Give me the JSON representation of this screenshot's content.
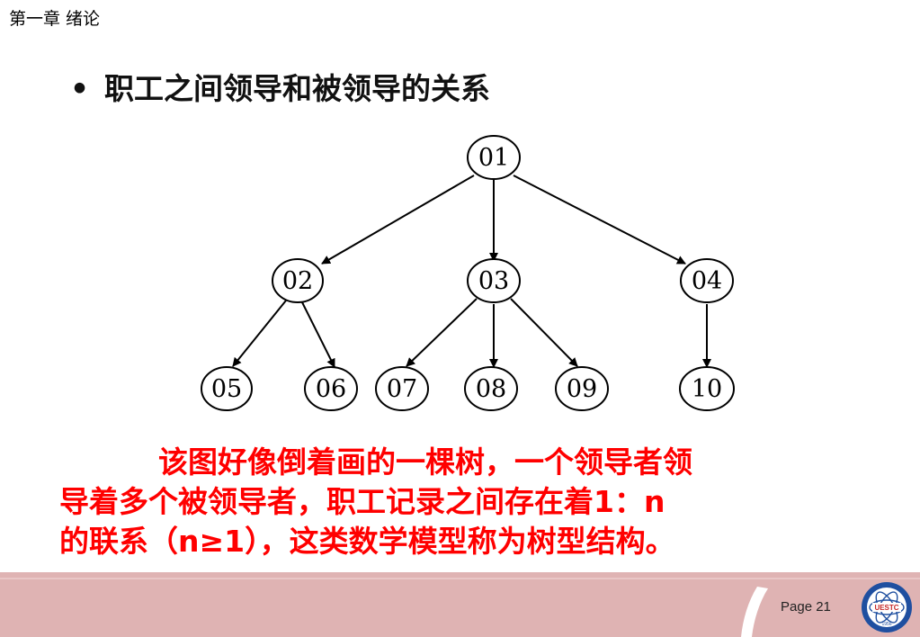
{
  "header": {
    "chapter": "第一章  绪论"
  },
  "bullet": {
    "symbol": "•",
    "text": "职工之间领导和被领导的关系"
  },
  "tree": {
    "nodes": {
      "n01": "01",
      "n02": "02",
      "n03": "03",
      "n04": "04",
      "n05": "05",
      "n06": "06",
      "n07": "07",
      "n08": "08",
      "n09": "09",
      "n10": "10"
    }
  },
  "paragraph": {
    "lines": [
      "该图好像倒着画的一棵树，一个领导者领",
      "导着多个被领导者，职工记录之间存在着1：n",
      "的联系（n≥1），这类数学模型称为树型结构。"
    ]
  },
  "footer": {
    "page": "Page 21",
    "logo_text": "UESTC",
    "logo_year": "1956"
  },
  "colors": {
    "accent_text": "#ff0000",
    "footer_band": "#dfb3b3",
    "logo_blue": "#1f4fa0"
  }
}
